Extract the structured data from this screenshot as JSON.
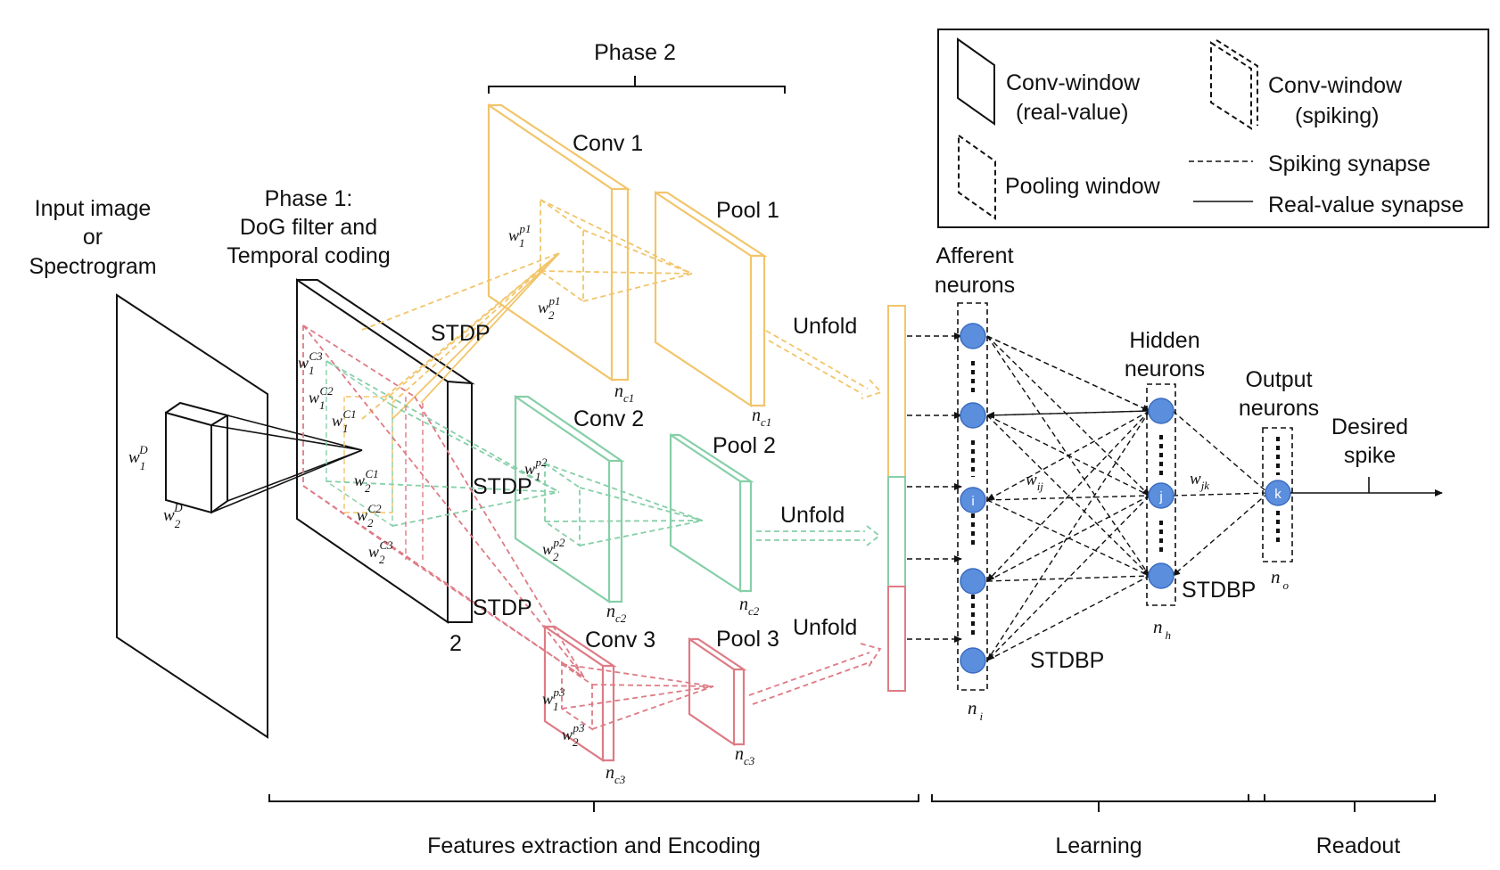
{
  "colors": {
    "conv1": "#f2c56b",
    "conv2": "#86cfa8",
    "conv3": "#de7b85",
    "neuron": "#5b8fde",
    "neuron_stroke": "#3a6cc0",
    "line": "#111111"
  },
  "legend": {
    "conv_real": [
      "Conv-window",
      "(real-value)"
    ],
    "conv_spiking": [
      "Conv-window",
      "(spiking)"
    ],
    "pooling": "Pooling window",
    "spiking_synapse": "Spiking synapse",
    "real_synapse": "Real-value synapse"
  },
  "input": {
    "title": [
      "Input image",
      "or",
      "Spectrogram"
    ]
  },
  "phase1": {
    "title": [
      "Phase 1:",
      "DoG filter and",
      "Temporal coding"
    ],
    "depth": "2"
  },
  "phase2": {
    "title": "Phase 2"
  },
  "layers": {
    "conv1": "Conv 1",
    "conv2": "Conv 2",
    "conv3": "Conv 3",
    "pool1": "Pool 1",
    "pool2": "Pool 2",
    "pool3": "Pool 3",
    "stdp": "STDP",
    "unfold": "Unfold",
    "nc1": "c1",
    "nc2": "c2",
    "nc3": "c3"
  },
  "weights": {
    "wD": "D",
    "c1": "C1",
    "c2": "C2",
    "c3": "C3",
    "p1": "p1",
    "p2": "p2",
    "p3": "p3"
  },
  "network": {
    "afferent": [
      "Afferent",
      "neurons"
    ],
    "hidden": [
      "Hidden",
      "neurons"
    ],
    "output": [
      "Output",
      "neurons"
    ],
    "desired": [
      "Desired",
      "spike"
    ],
    "node_i": "i",
    "node_j": "j",
    "node_k": "k",
    "wij": "ij",
    "wjk": "jk",
    "stdbp": "STDBP",
    "ni": "i",
    "nh": "h",
    "no": "o"
  },
  "sections": {
    "features": "Features extraction and Encoding",
    "learning": "Learning",
    "readout": "Readout"
  }
}
